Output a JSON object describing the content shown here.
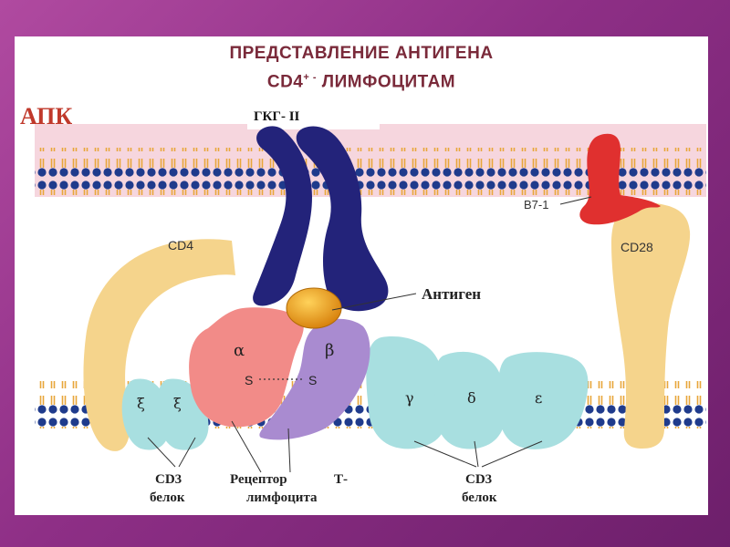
{
  "title": {
    "line1": "ПРЕДСТАВЛЕНИЕ  АНТИГЕНА",
    "line2_prefix": "CD4",
    "line2_sup": "+ -",
    "line2_suffix": " ЛИМФОЦИТАМ"
  },
  "apc_label": "АПК",
  "mhc_label": "ГКГ- II",
  "b7_label": "B7-1",
  "cd4_label": "CD4",
  "cd28_label": "CD28",
  "antigen_label": "Антиген",
  "chains": {
    "alpha": "α",
    "beta": "β",
    "s_left": "S",
    "s_right": "S",
    "xi1": "ξ",
    "xi2": "ξ",
    "gamma": "γ",
    "delta": "δ",
    "epsilon": "ε"
  },
  "captions": {
    "cd3_left_1": "CD3",
    "cd3_left_2": "белок",
    "receptor_1": "Рецептор",
    "receptor_1b": "Т-",
    "receptor_2": "лимфоцита",
    "cd3_right_1": "CD3",
    "cd3_right_2": "белок"
  },
  "colors": {
    "membrane_head": "#1f3b8c",
    "membrane_tail": "#e8a63a",
    "membrane_band": "#f6d6de",
    "mhc": "#23237a",
    "cd4": "#f5d48c",
    "b7": "#e0302f",
    "antigen": "#f2a11a",
    "alpha": "#f28b88",
    "beta": "#a98bd0",
    "cd3": "#a8dfe0",
    "apc_text": "#c0392b"
  }
}
